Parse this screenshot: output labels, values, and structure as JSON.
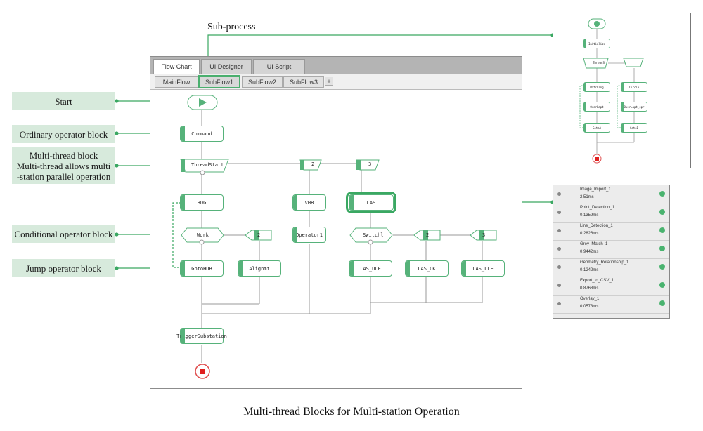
{
  "subprocess_label": "Sub-process",
  "caption": "Multi-thread Blocks for Multi-station Operation",
  "callouts": {
    "start": "Start",
    "ordinary": "Ordinary operator block",
    "multithread": [
      "Multi-thread block",
      "Multi-thread allows multi",
      "-station parallel operation"
    ],
    "conditional": "Conditional operator block",
    "jump": "Jump operator block"
  },
  "main_window": {
    "tabs": [
      "Flow Chart",
      "UI Designer",
      "UI Script"
    ],
    "active_tab": "Flow Chart",
    "subtabs": [
      "MainFlow",
      "SubFlow1",
      "SubFlow2",
      "SubFlow3"
    ],
    "active_subtab": "SubFlow1",
    "add_label": "+"
  },
  "diagram": {
    "nodes": {
      "command": "Command",
      "threadstart": "ThreadStart",
      "branch2": "2",
      "branch3": "3",
      "hdg": "HDG",
      "vhb": "VHB",
      "las": "LAS",
      "work": "Work",
      "work_branch": "2",
      "operator1": "Operator1",
      "switch": "Switchl",
      "switch_b2": "2",
      "switch_b3": "3",
      "gotohdb": "GotoHDB",
      "alignment": "Alignmt",
      "las_ule": "LAS_ULE",
      "las_ok": "LAS_OK",
      "las_lle": "LAS_LLE",
      "trigger": "TriggerSubstation"
    }
  },
  "subflow_window": {
    "nodes": [
      "Initialize",
      "ThreadS",
      "Matching",
      "Circle",
      "OverLapt",
      "OverLapt_spr",
      "GotoA",
      "GotoB"
    ]
  },
  "timing_panel": {
    "rows": [
      {
        "name": "Image_Import_1",
        "time": "2.51ms"
      },
      {
        "name": "Point_Detection_1",
        "time": "0.1359ms"
      },
      {
        "name": "Line_Detection_1",
        "time": "0.2826ms"
      },
      {
        "name": "Grey_Match_1",
        "time": "0.9442ms"
      },
      {
        "name": "Geometry_Relationship_1",
        "time": "0.1242ms"
      },
      {
        "name": "Export_to_CSV_1",
        "time": "0.8768ms"
      },
      {
        "name": "Overlay_1",
        "time": "0.0573ms"
      }
    ]
  },
  "colors": {
    "accent": "#56b27a",
    "callout_bg": "#d7eadc",
    "stop": "#e02020"
  }
}
